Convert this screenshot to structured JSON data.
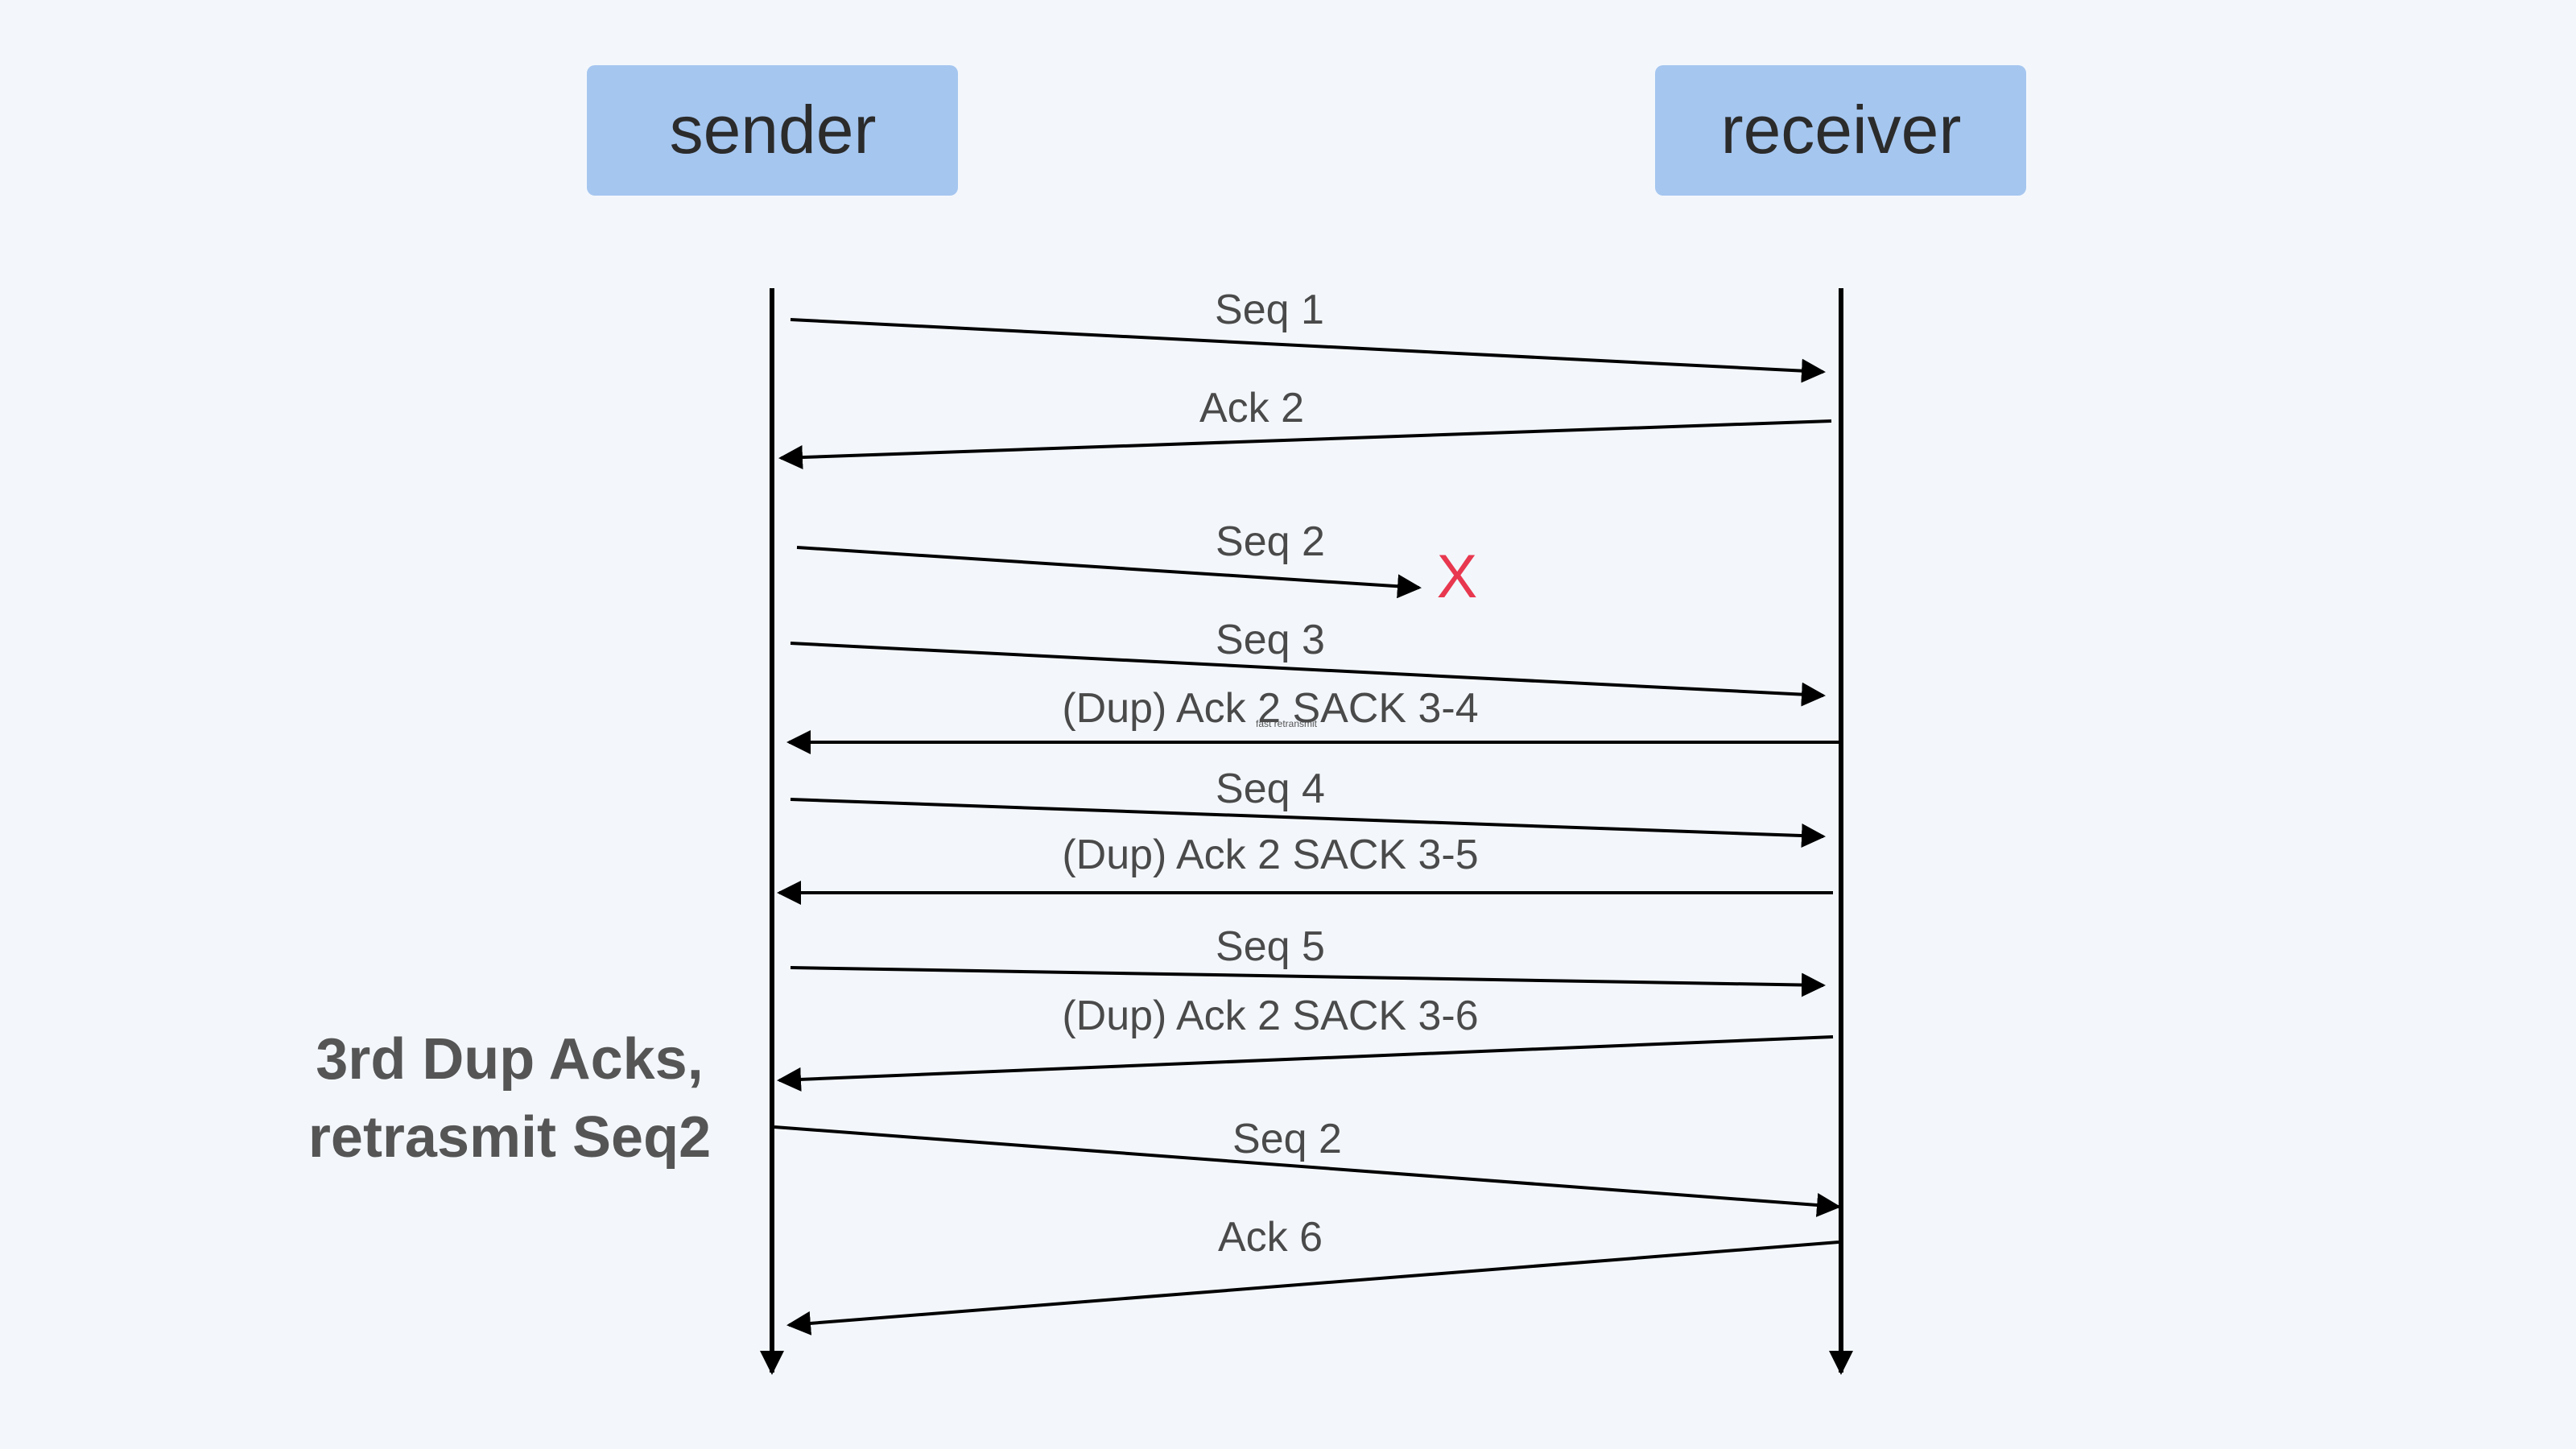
{
  "participants": {
    "sender": "sender",
    "receiver": "receiver"
  },
  "messages": [
    {
      "label": "Seq 1",
      "from": "sender",
      "to": "receiver"
    },
    {
      "label": "Ack 2",
      "from": "receiver",
      "to": "sender"
    },
    {
      "label": "Seq 2",
      "from": "sender",
      "to": "lost"
    },
    {
      "label": "Seq 3",
      "from": "sender",
      "to": "receiver"
    },
    {
      "label": "(Dup) Ack 2 SACK 3-4",
      "from": "receiver",
      "to": "sender"
    },
    {
      "label": "Seq 4",
      "from": "sender",
      "to": "receiver"
    },
    {
      "label": "(Dup) Ack 2 SACK 3-5",
      "from": "receiver",
      "to": "sender"
    },
    {
      "label": "Seq 5",
      "from": "sender",
      "to": "receiver"
    },
    {
      "label": "(Dup) Ack 2 SACK 3-6",
      "from": "receiver",
      "to": "sender"
    },
    {
      "label": "Seq 2",
      "from": "sender",
      "to": "receiver"
    },
    {
      "label": "Ack 6",
      "from": "receiver",
      "to": "sender"
    }
  ],
  "loss_marker": "X",
  "tiny_note": "fast retransmit",
  "note": {
    "line1": "3rd Dup Acks,",
    "line2": "retrasmit Seq2"
  },
  "colors": {
    "background": "#f3f7fc",
    "header_box": "#a5c6ef",
    "line": "#000000",
    "loss": "#e8384f"
  }
}
